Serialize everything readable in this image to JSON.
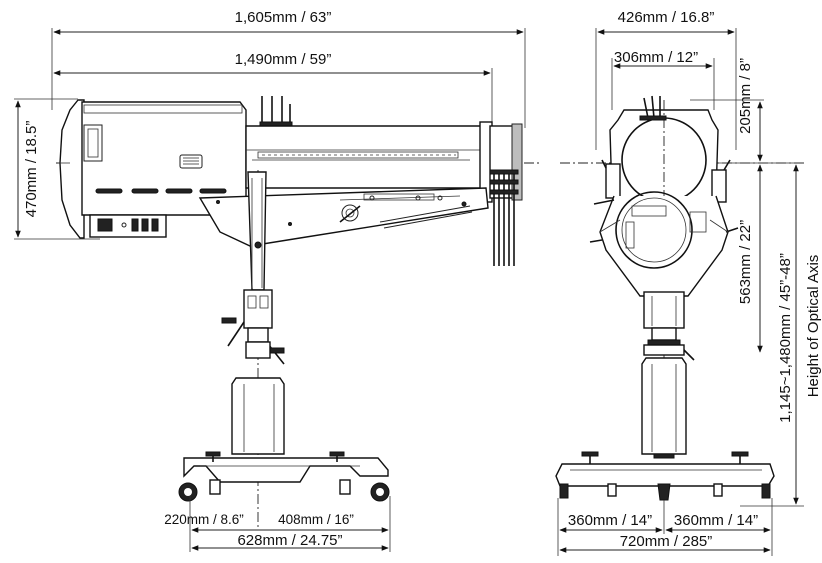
{
  "dimensions": {
    "overall_length": "1,605mm / 63”",
    "body_length": "1,490mm / 59”",
    "body_height": "470mm / 18.5”",
    "front_width": "426mm / 16.8”",
    "lens_width": "306mm / 12”",
    "top_offset": "205mm / 8”",
    "axis_to_mid": "563mm / 22”",
    "axis_height_range": "1,145~1,480mm / 45”-48”",
    "axis_label": "Height of Optical Axis",
    "side_base_left": "220mm / 8.6”",
    "side_base_right": "408mm / 16”",
    "side_base_total": "628mm / 24.75”",
    "front_base_left": "360mm / 14”",
    "front_base_right": "360mm / 14”",
    "front_base_total": "720mm / 285”"
  }
}
